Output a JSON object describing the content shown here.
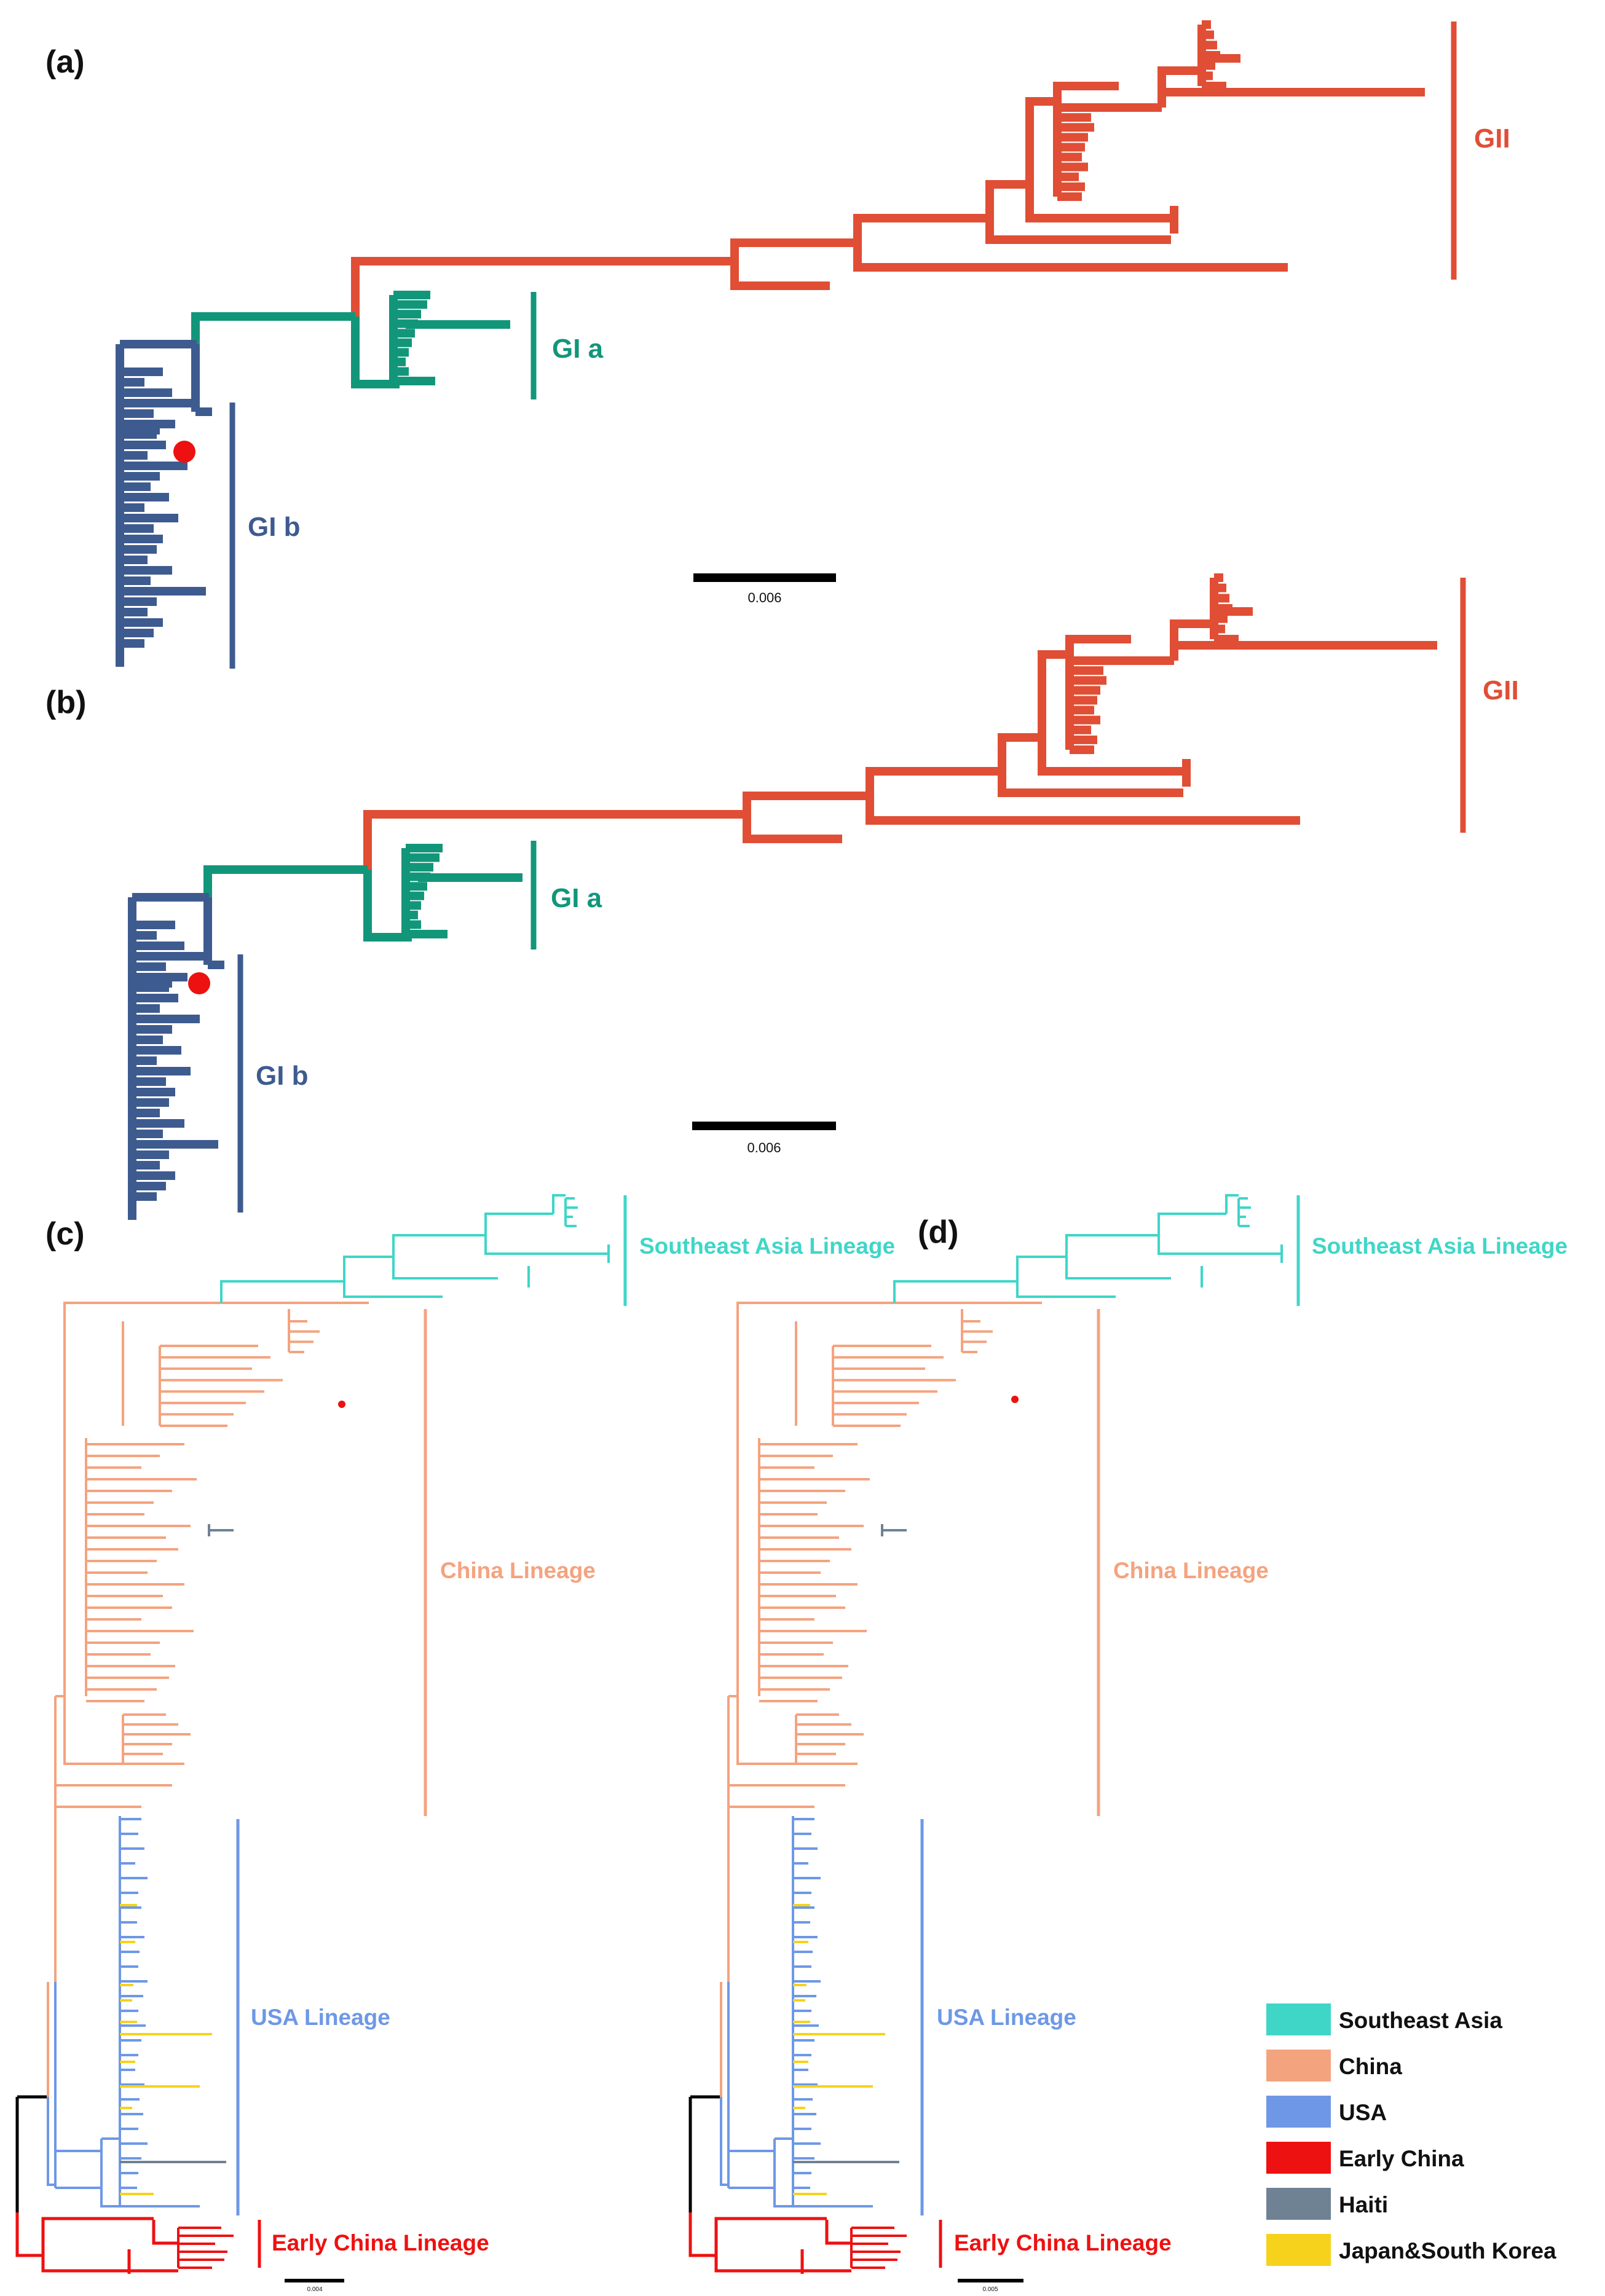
{
  "colors": {
    "gii": "#E04E35",
    "gia": "#12967A",
    "gib": "#3E5B8F",
    "southeast_asia": "#3FD6C8",
    "china": "#F4A37F",
    "usa": "#6E98E6",
    "early_china": "#EE1111",
    "haiti": "#6F8294",
    "japan_korea": "#F7D21C",
    "root": "#000000",
    "marker": "#EE1111"
  },
  "panel_a": {
    "label": "(a)",
    "clades": {
      "gii": "GII",
      "gia": "GI a",
      "gib": "GI b"
    },
    "scale": "0.006"
  },
  "panel_b": {
    "label": "(b)",
    "clades": {
      "gii": "GII",
      "gia": "GI a",
      "gib": "GI b"
    },
    "scale": "0.006"
  },
  "panel_c": {
    "label": "(c)",
    "lineages": {
      "southeast_asia": "Southeast Asia Lineage",
      "china": "China Lineage",
      "usa": "USA Lineage",
      "early_china": "Early China Lineage"
    },
    "scale": "0.004"
  },
  "panel_d": {
    "label": "(d)",
    "lineages": {
      "southeast_asia": "Southeast Asia Lineage",
      "china": "China Lineage",
      "usa": "USA Lineage",
      "early_china": "Early China Lineage"
    },
    "scale": "0.005"
  },
  "legend": [
    {
      "label": "Southeast Asia",
      "color": "#3FD6C8"
    },
    {
      "label": "China",
      "color": "#F4A37F"
    },
    {
      "label": "USA",
      "color": "#6E98E6"
    },
    {
      "label": "Early China",
      "color": "#EE1111"
    },
    {
      "label": "Haiti",
      "color": "#6F8294"
    },
    {
      "label": "Japan&South Korea",
      "color": "#F7D21C"
    }
  ]
}
